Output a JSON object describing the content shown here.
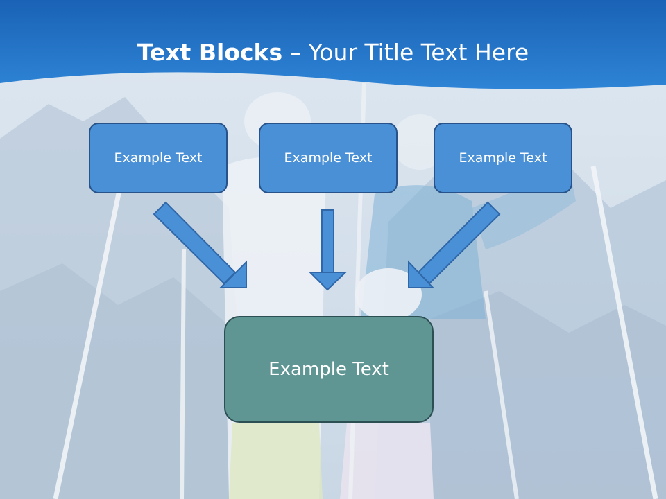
{
  "title": {
    "bold": "Text Blocks",
    "rest": " – Your Title Text Here"
  },
  "boxes": [
    {
      "label": "Example Text"
    },
    {
      "label": "Example Text"
    },
    {
      "label": "Example Text"
    }
  ],
  "target": {
    "label": "Example Text"
  },
  "colors": {
    "header_blue": "#1f6fc6",
    "box_fill": "#4a90d6",
    "box_border": "#27538a",
    "target_fill": "#5f9694",
    "target_border": "#2c4f53"
  }
}
